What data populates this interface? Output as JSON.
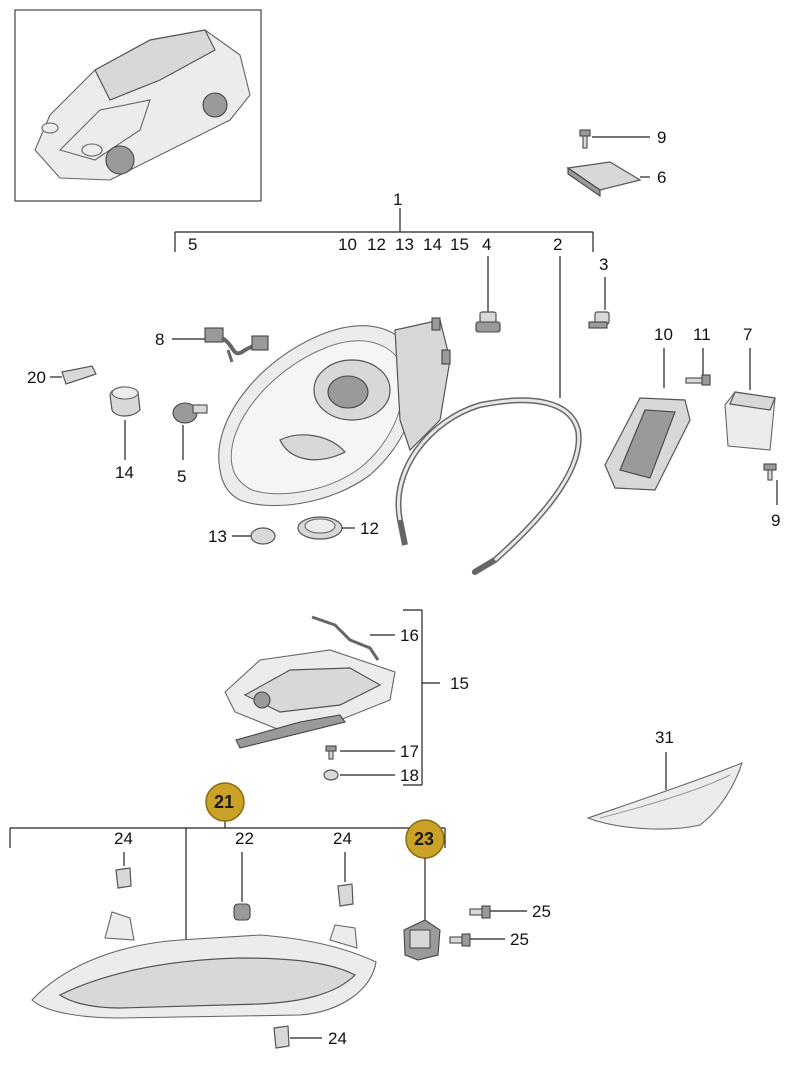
{
  "labels": {
    "l1": "1",
    "l2": "2",
    "l3": "3",
    "l4": "4",
    "l5_top": "5",
    "l5": "5",
    "l6": "6",
    "l7": "7",
    "l8": "8",
    "l9_top": "9",
    "l9_bottom": "9",
    "l10_top": "10",
    "l10": "10",
    "l11": "11",
    "l12_top": "12",
    "l12": "12",
    "l13_top": "13",
    "l13": "13",
    "l14_top": "14",
    "l14": "14",
    "l15_top": "15",
    "l15": "15",
    "l16": "16",
    "l17": "17",
    "l18": "18",
    "l20": "20",
    "l22": "22",
    "l24_a": "24",
    "l24_b": "24",
    "l24_c": "24",
    "l25_a": "25",
    "l25_b": "25",
    "l31": "31"
  },
  "badges": {
    "b21": "21",
    "b23": "23"
  },
  "colors": {
    "badge": "#c9a227",
    "line": "#222222",
    "part": "#d8d8d8"
  }
}
